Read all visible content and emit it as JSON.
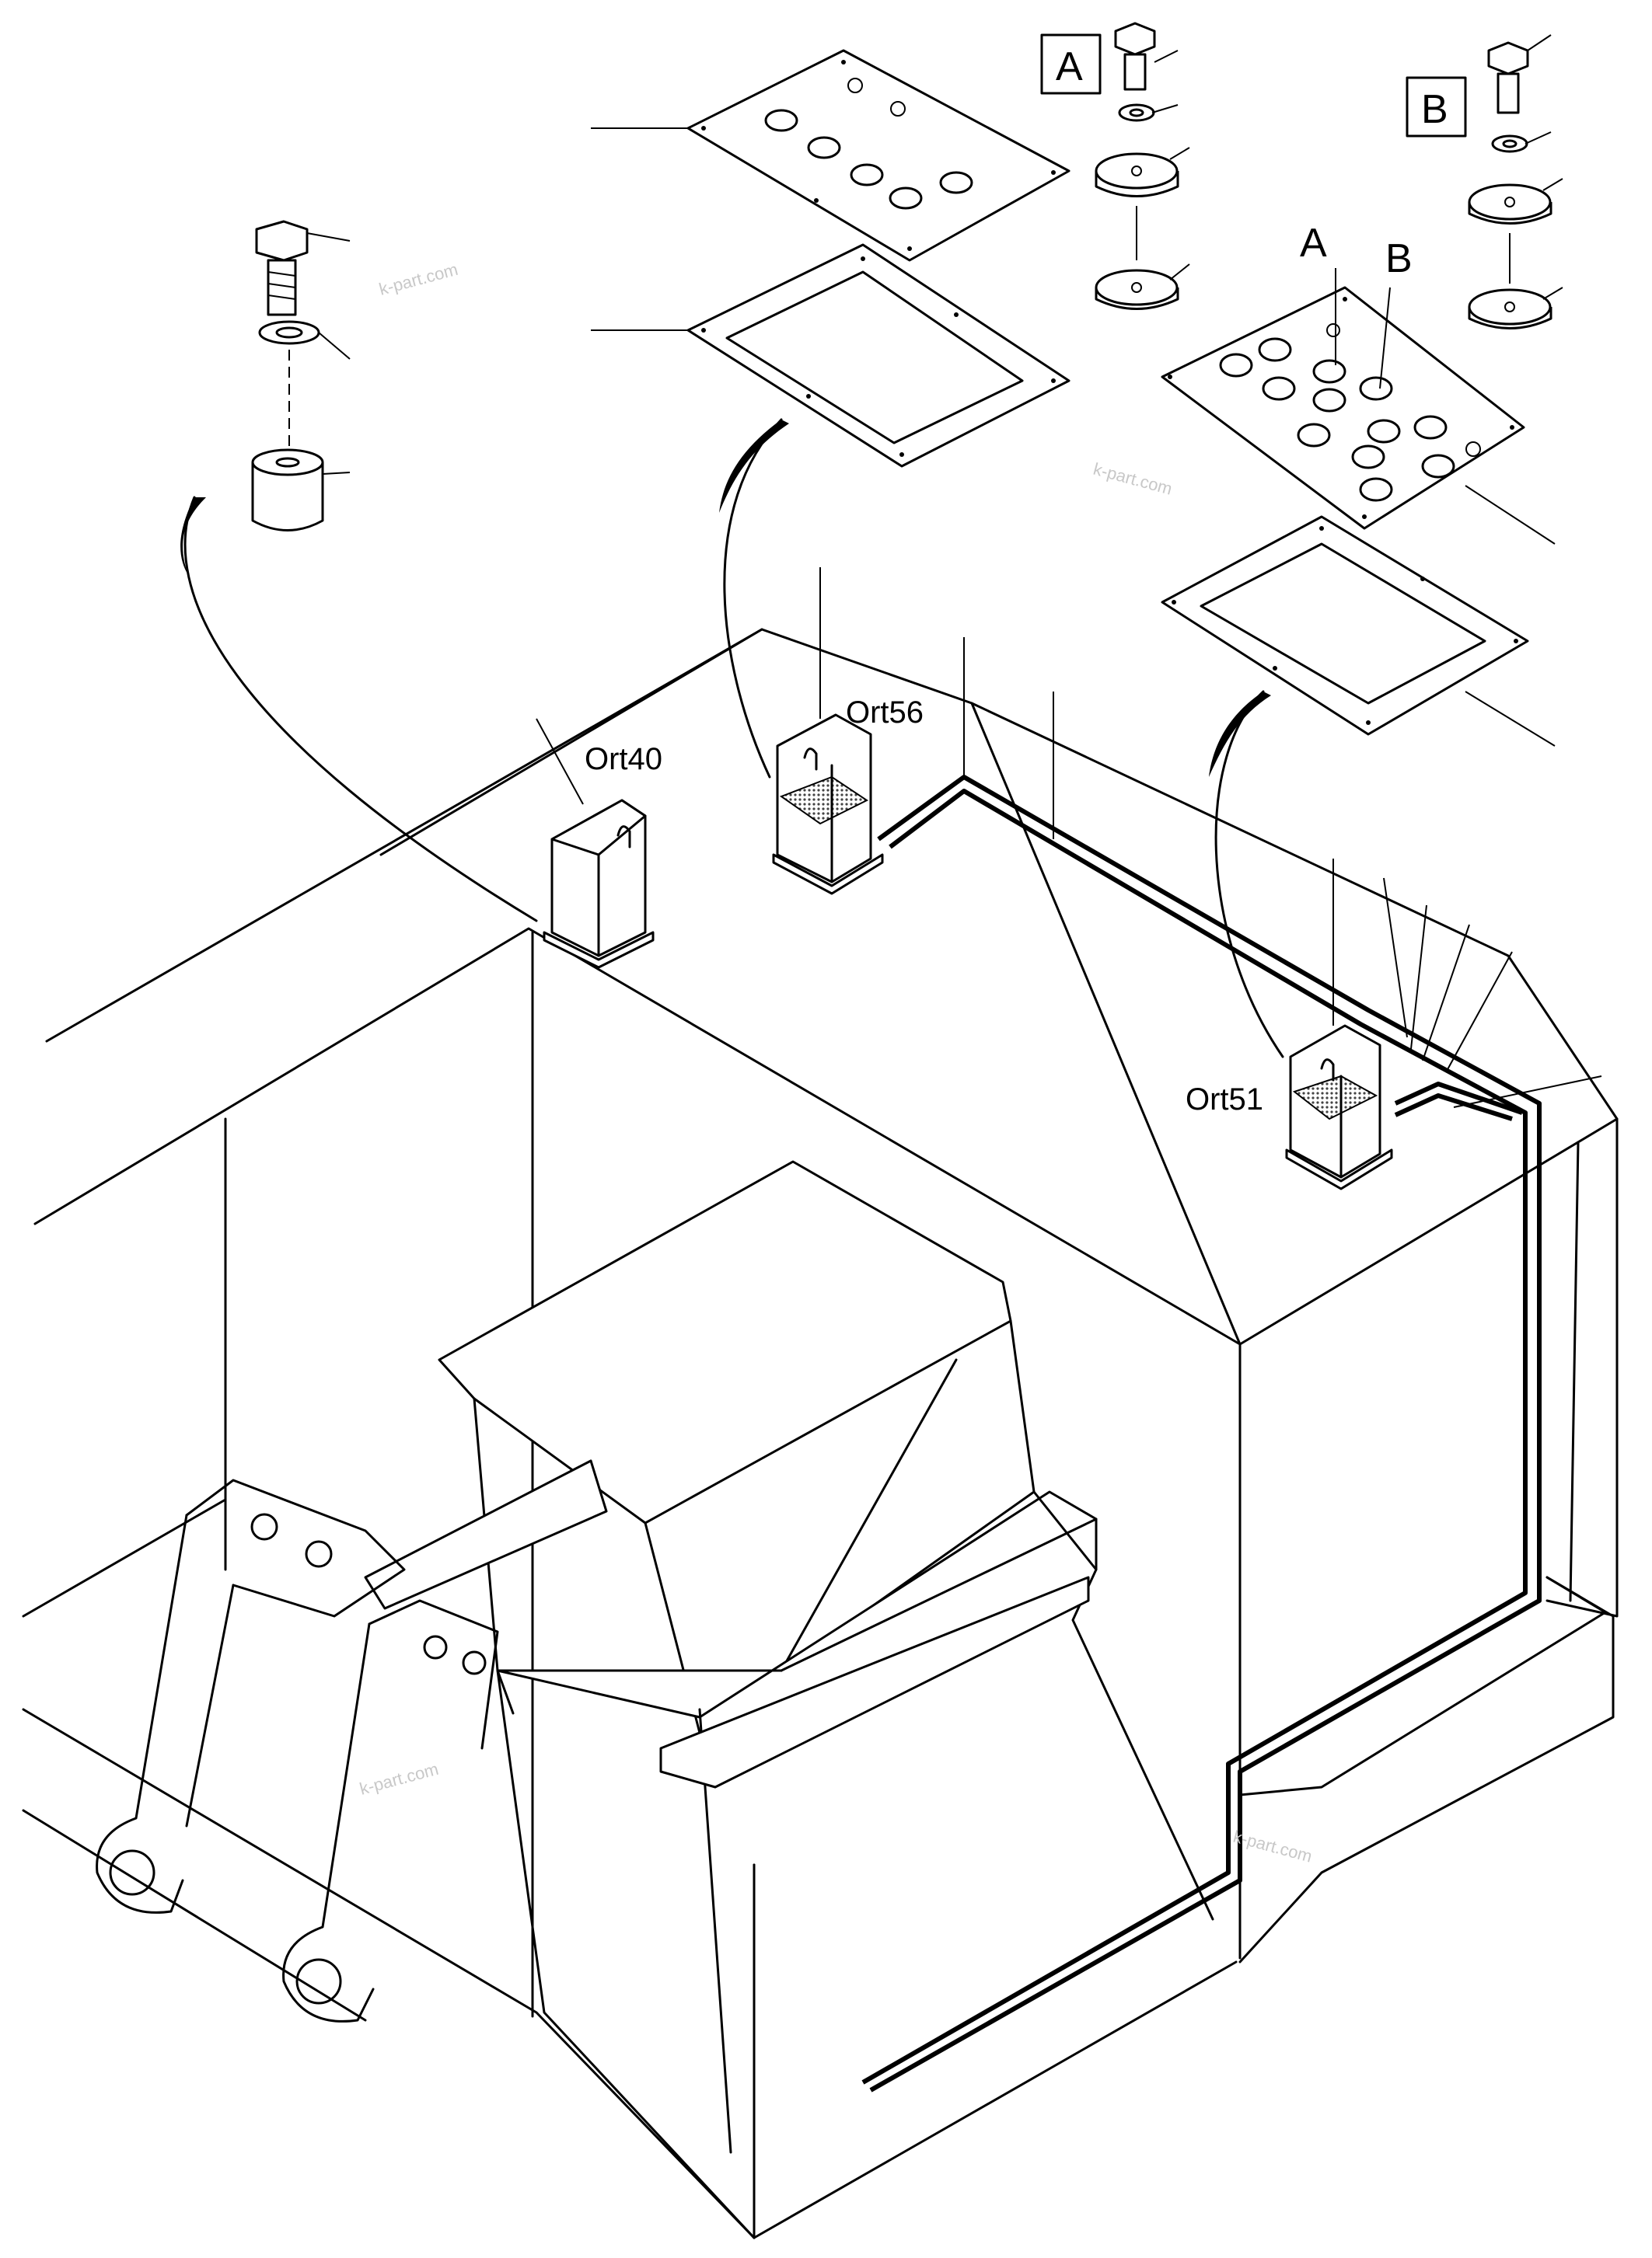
{
  "labels": {
    "ort40": "Ort40",
    "ort56": "Ort56",
    "ort51": "Ort51"
  },
  "detail_boxes": {
    "a": "A",
    "b": "B"
  },
  "hole_markers": {
    "a": "A",
    "b": "B"
  },
  "watermark": "k-part.com"
}
